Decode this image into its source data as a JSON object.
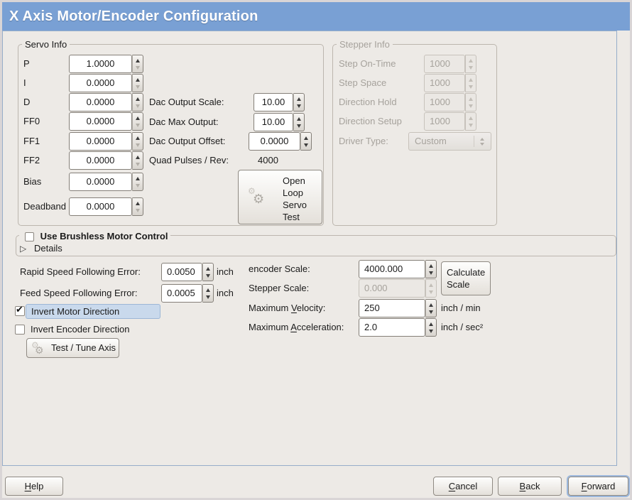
{
  "title": "X Axis Motor/Encoder Configuration",
  "glyphs": {
    "gear": "⚙",
    "check": "✔",
    "expander": "▷"
  },
  "servo": {
    "legend": "Servo Info",
    "rows": [
      {
        "label": "P",
        "value": "1.0000"
      },
      {
        "label": "I",
        "value": "0.0000"
      },
      {
        "label": "D",
        "value": "0.0000"
      },
      {
        "label": "FF0",
        "value": "0.0000"
      },
      {
        "label": "FF1",
        "value": "0.0000"
      },
      {
        "label": "FF2",
        "value": "0.0000"
      },
      {
        "label": "Bias",
        "value": "0.0000"
      },
      {
        "label": "Deadband",
        "value": "0.0000"
      }
    ],
    "dac": [
      {
        "label": "Dac Output Scale:",
        "value": "10.00"
      },
      {
        "label": "Dac Max Output:",
        "value": "10.00"
      },
      {
        "label": "Dac Output Offset:",
        "value": "0.0000"
      }
    ],
    "quad": {
      "label": "Quad Pulses / Rev:",
      "value": "4000"
    },
    "open_loop": {
      "line1": "Open",
      "line2": "Loop",
      "line3": "Servo",
      "line4": "Test"
    }
  },
  "stepper": {
    "legend": "Stepper Info",
    "rows": [
      {
        "label": "Step On-Time",
        "value": "1000"
      },
      {
        "label": "Step Space",
        "value": "1000"
      },
      {
        "label": "Direction Hold",
        "value": "1000"
      },
      {
        "label": "Direction Setup",
        "value": "1000"
      }
    ],
    "driver": {
      "label": "Driver Type:",
      "value": "Custom"
    }
  },
  "brushless": {
    "label": "Use Brushless Motor Control",
    "details": "Details"
  },
  "following_errors": [
    {
      "label": "Rapid Speed Following Error:",
      "value": "0.0050",
      "unit": "inch"
    },
    {
      "label": "Feed Speed Following Error:",
      "value": "0.0005",
      "unit": "inch"
    }
  ],
  "axis": {
    "encoder_scale": {
      "label": "encoder Scale:",
      "value": "4000.000"
    },
    "stepper_scale": {
      "label": "Stepper Scale:",
      "value": "0.000"
    },
    "calculate": {
      "line1": "Calculate",
      "line2": "Scale"
    },
    "max_velocity": {
      "pre": "Maximum ",
      "key": "V",
      "post": "elocity:",
      "value": "250",
      "unit": "inch / min"
    },
    "max_accel": {
      "pre": "Maximum ",
      "key": "A",
      "post": "cceleration:",
      "value": "2.0",
      "unit": "inch / sec²"
    }
  },
  "toggles": {
    "invert_motor": {
      "label": "Invert Motor Direction",
      "checked": true
    },
    "invert_encoder": {
      "label": "Invert Encoder Direction",
      "checked": false
    }
  },
  "test_tune": {
    "label": "Test / Tune Axis"
  },
  "footer": {
    "help": {
      "key": "H",
      "post": "elp"
    },
    "cancel": {
      "key": "C",
      "post": "ancel"
    },
    "back": {
      "key": "B",
      "post": "ack"
    },
    "forward": {
      "key": "F",
      "post": "orward"
    }
  }
}
